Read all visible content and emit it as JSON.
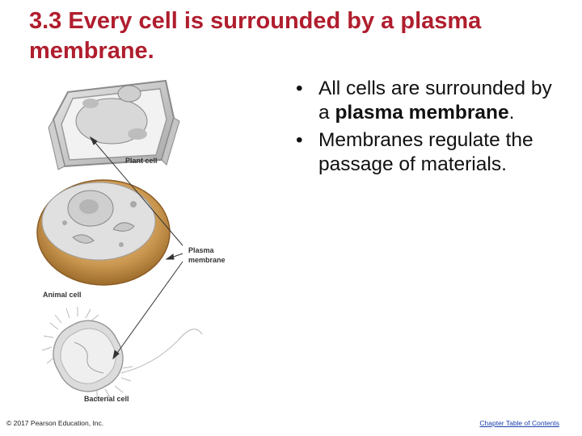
{
  "slide": {
    "title": "3.3 Every cell is surrounded by a plasma membrane."
  },
  "bullets": [
    {
      "marker": "•",
      "pre": "All cells are surrounded by a ",
      "bold": "plasma membrane",
      "post": "."
    },
    {
      "marker": "•",
      "pre": "Membranes regulate the passage of materials.",
      "bold": "",
      "post": ""
    }
  ],
  "figure": {
    "labels": {
      "plant": "Plant cell",
      "membrane_line1": "Plasma",
      "membrane_line2": "membrane",
      "animal": "Animal cell",
      "bacterial": "Bacterial cell"
    }
  },
  "footer": {
    "copyright": "© 2017 Pearson Education, Inc.",
    "toc_link": "Chapter Table of Contents"
  }
}
